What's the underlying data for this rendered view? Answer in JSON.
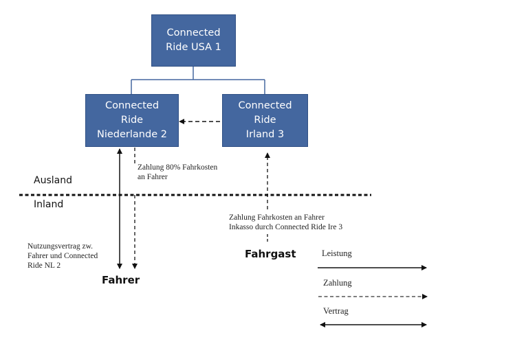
{
  "diagram": {
    "nodes": {
      "usa": {
        "lines": [
          "Connected",
          "Ride USA 1"
        ]
      },
      "nl": {
        "lines": [
          "Connected",
          "Ride",
          "Niederlande 2"
        ]
      },
      "ie": {
        "lines": [
          "Connected",
          "Ride",
          "Irland 3"
        ]
      }
    },
    "zones": {
      "abroad": "Ausland",
      "domestic": "Inland"
    },
    "actors": {
      "driver": "Fahrer",
      "passenger": "Fahrgast"
    },
    "annotations": {
      "payment_80": [
        "Zahlung 80% Fahrkosten",
        "an Fahrer"
      ],
      "payment_passenger": [
        "Zahlung Fahrkosten an Fahrer",
        "Inkasso durch Connected Ride Ire 3"
      ],
      "usage_contract": [
        "Nutzungsvertrag zw.",
        "Fahrer und Connected",
        "Ride NL 2"
      ]
    },
    "legend": {
      "service": "Leistung",
      "payment": "Zahlung",
      "contract": "Vertrag"
    },
    "colors": {
      "box_fill": "#44679f",
      "box_border": "#2f4f83",
      "connector": "#44679f",
      "arrow": "#111111"
    }
  }
}
